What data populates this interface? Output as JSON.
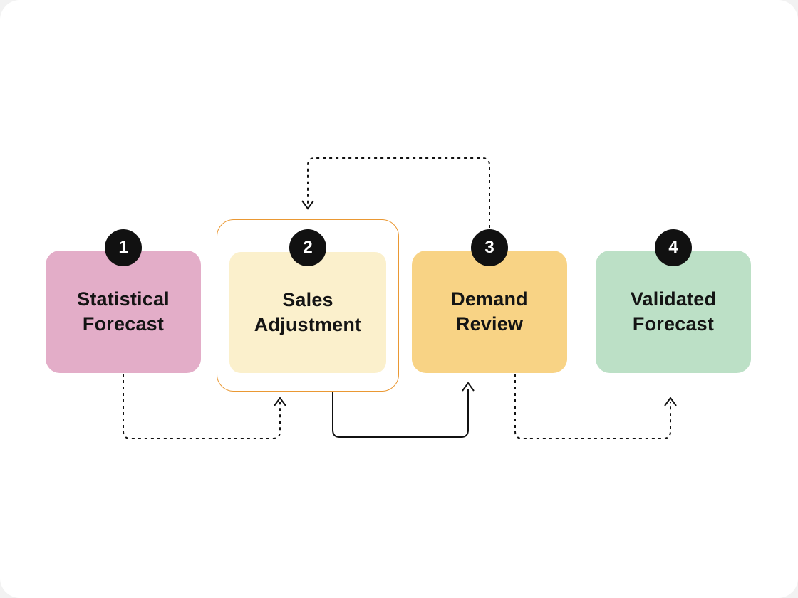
{
  "diagram": {
    "type": "process-flow",
    "background": "#FFFFFF",
    "connector_color": "#111111",
    "badge": {
      "background": "#111111",
      "text_color": "#FFFFFF"
    },
    "steps": [
      {
        "number": "1",
        "label": "Statistical Forecast",
        "fill": "#E3ADC8",
        "text_color": "#141414"
      },
      {
        "number": "2",
        "label": "Sales Adjustment",
        "fill": "#FBF0CC",
        "text_color": "#141414",
        "highlight_outline": "#EA9833",
        "highlighted": true
      },
      {
        "number": "3",
        "label": "Demand Review",
        "fill": "#F8D385",
        "text_color": "#141414"
      },
      {
        "number": "4",
        "label": "Validated Forecast",
        "fill": "#BCE0C6",
        "text_color": "#141414"
      }
    ],
    "connections": [
      {
        "from": "1",
        "to": "2",
        "style": "dashed",
        "route": "bottom"
      },
      {
        "from": "2",
        "to": "3",
        "style": "solid",
        "route": "bottom"
      },
      {
        "from": "3",
        "to": "4",
        "style": "dashed",
        "route": "bottom"
      },
      {
        "from": "3",
        "to": "2",
        "style": "dashed",
        "route": "top"
      }
    ]
  }
}
